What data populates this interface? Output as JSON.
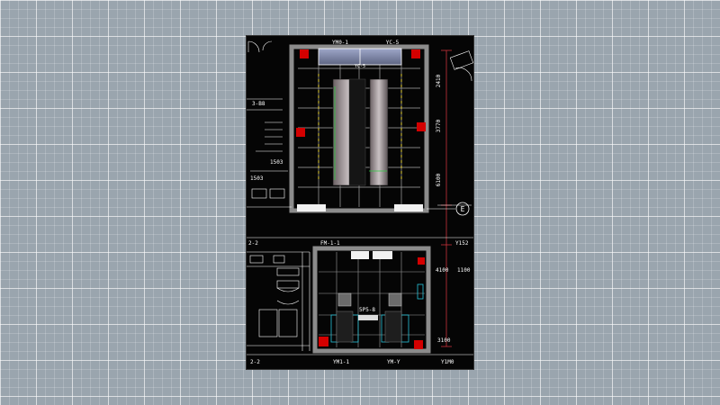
{
  "drawing": {
    "background_color": "#050505",
    "wall_color": "#8c8c8c",
    "dim_color": "#c8323a",
    "column_color": "#d40000",
    "tile_line_color": "#cfcfcf",
    "hatch_color": "#e6d23a",
    "green_color": "#2ecc40",
    "cyan_color": "#27c4d9"
  },
  "labels": {
    "top_left": "YM0-1",
    "top_right": "YC-5",
    "upper_window": "YC-5",
    "left_room_code": "3-B8",
    "left_dim_1": "1503",
    "left_dim_2": "1503",
    "lower_left_code": "2-2",
    "lower_center_code": "FM-1-1",
    "lower_right_code": "Y152",
    "right_dim_top": "2410",
    "right_dim_mid": "3770",
    "right_dim_low": "6100",
    "right_dim_lower": "4100",
    "right_dim_lower2": "1100",
    "right_dim_bottom": "3100",
    "axis_label": "E",
    "lower_room_label": "5P5-8",
    "bottom_codes": [
      "2-2",
      "YM1-1",
      "YM-Y",
      "Y1M0"
    ]
  }
}
